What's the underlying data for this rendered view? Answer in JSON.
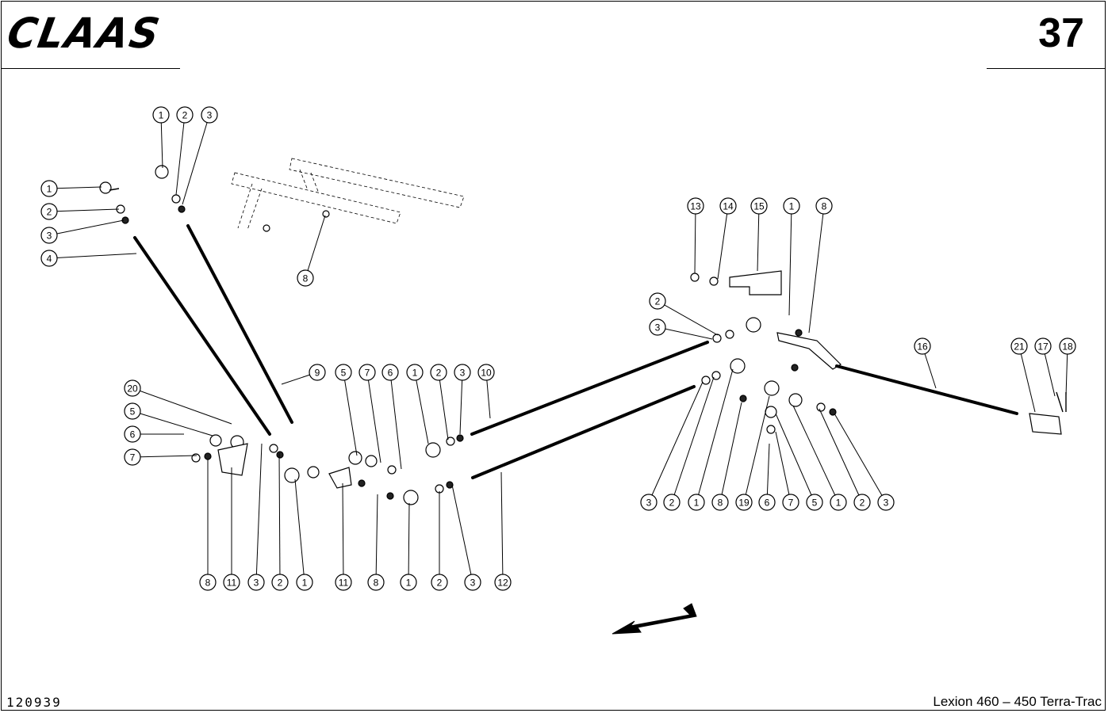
{
  "header": {
    "logo_text": "CLAAS",
    "page_number": "37"
  },
  "footer": {
    "drawing_number": "120939",
    "model": "Lexion 460 – 450 Terra-Trac"
  },
  "callouts": [
    "1",
    "2",
    "3",
    "1",
    "2",
    "3",
    "4",
    "8",
    "20",
    "5",
    "6",
    "7",
    "9",
    "5",
    "7",
    "6",
    "1",
    "2",
    "3",
    "10",
    "8",
    "11",
    "3",
    "2",
    "1",
    "11",
    "8",
    "1",
    "2",
    "3",
    "12",
    "13",
    "14",
    "15",
    "1",
    "8",
    "2",
    "3",
    "16",
    "21",
    "17",
    "18",
    "3",
    "2",
    "1",
    "8",
    "19",
    "6",
    "7",
    "5",
    "1",
    "2",
    "3"
  ]
}
